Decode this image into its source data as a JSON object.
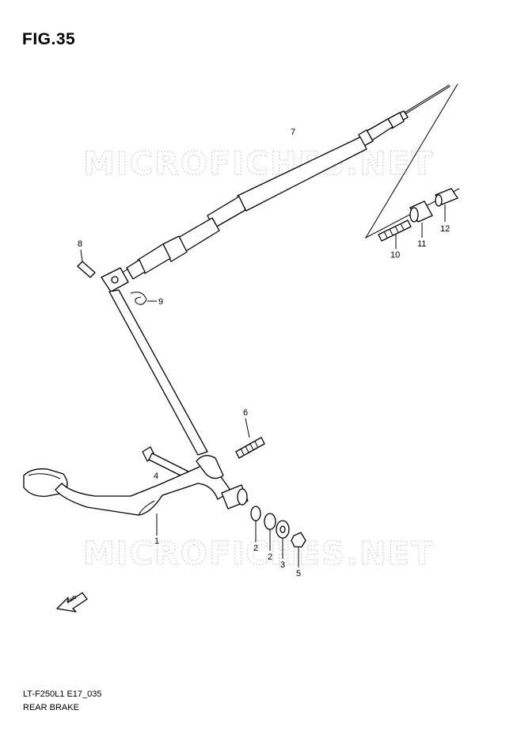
{
  "figure": {
    "title": "FIG.35"
  },
  "watermark": {
    "text": "MICROFICHES.NET"
  },
  "footer": {
    "code": "LT-F250L1 E17_035",
    "name": "REAR BRAKE"
  },
  "fwd_label": "FWD",
  "callouts": {
    "p1": "1",
    "p2a": "2",
    "p2b": "2",
    "p3": "3",
    "p4": "4",
    "p5": "5",
    "p6": "6",
    "p7": "7",
    "p8": "8",
    "p9": "9",
    "p10": "10",
    "p11": "11",
    "p12": "12"
  }
}
